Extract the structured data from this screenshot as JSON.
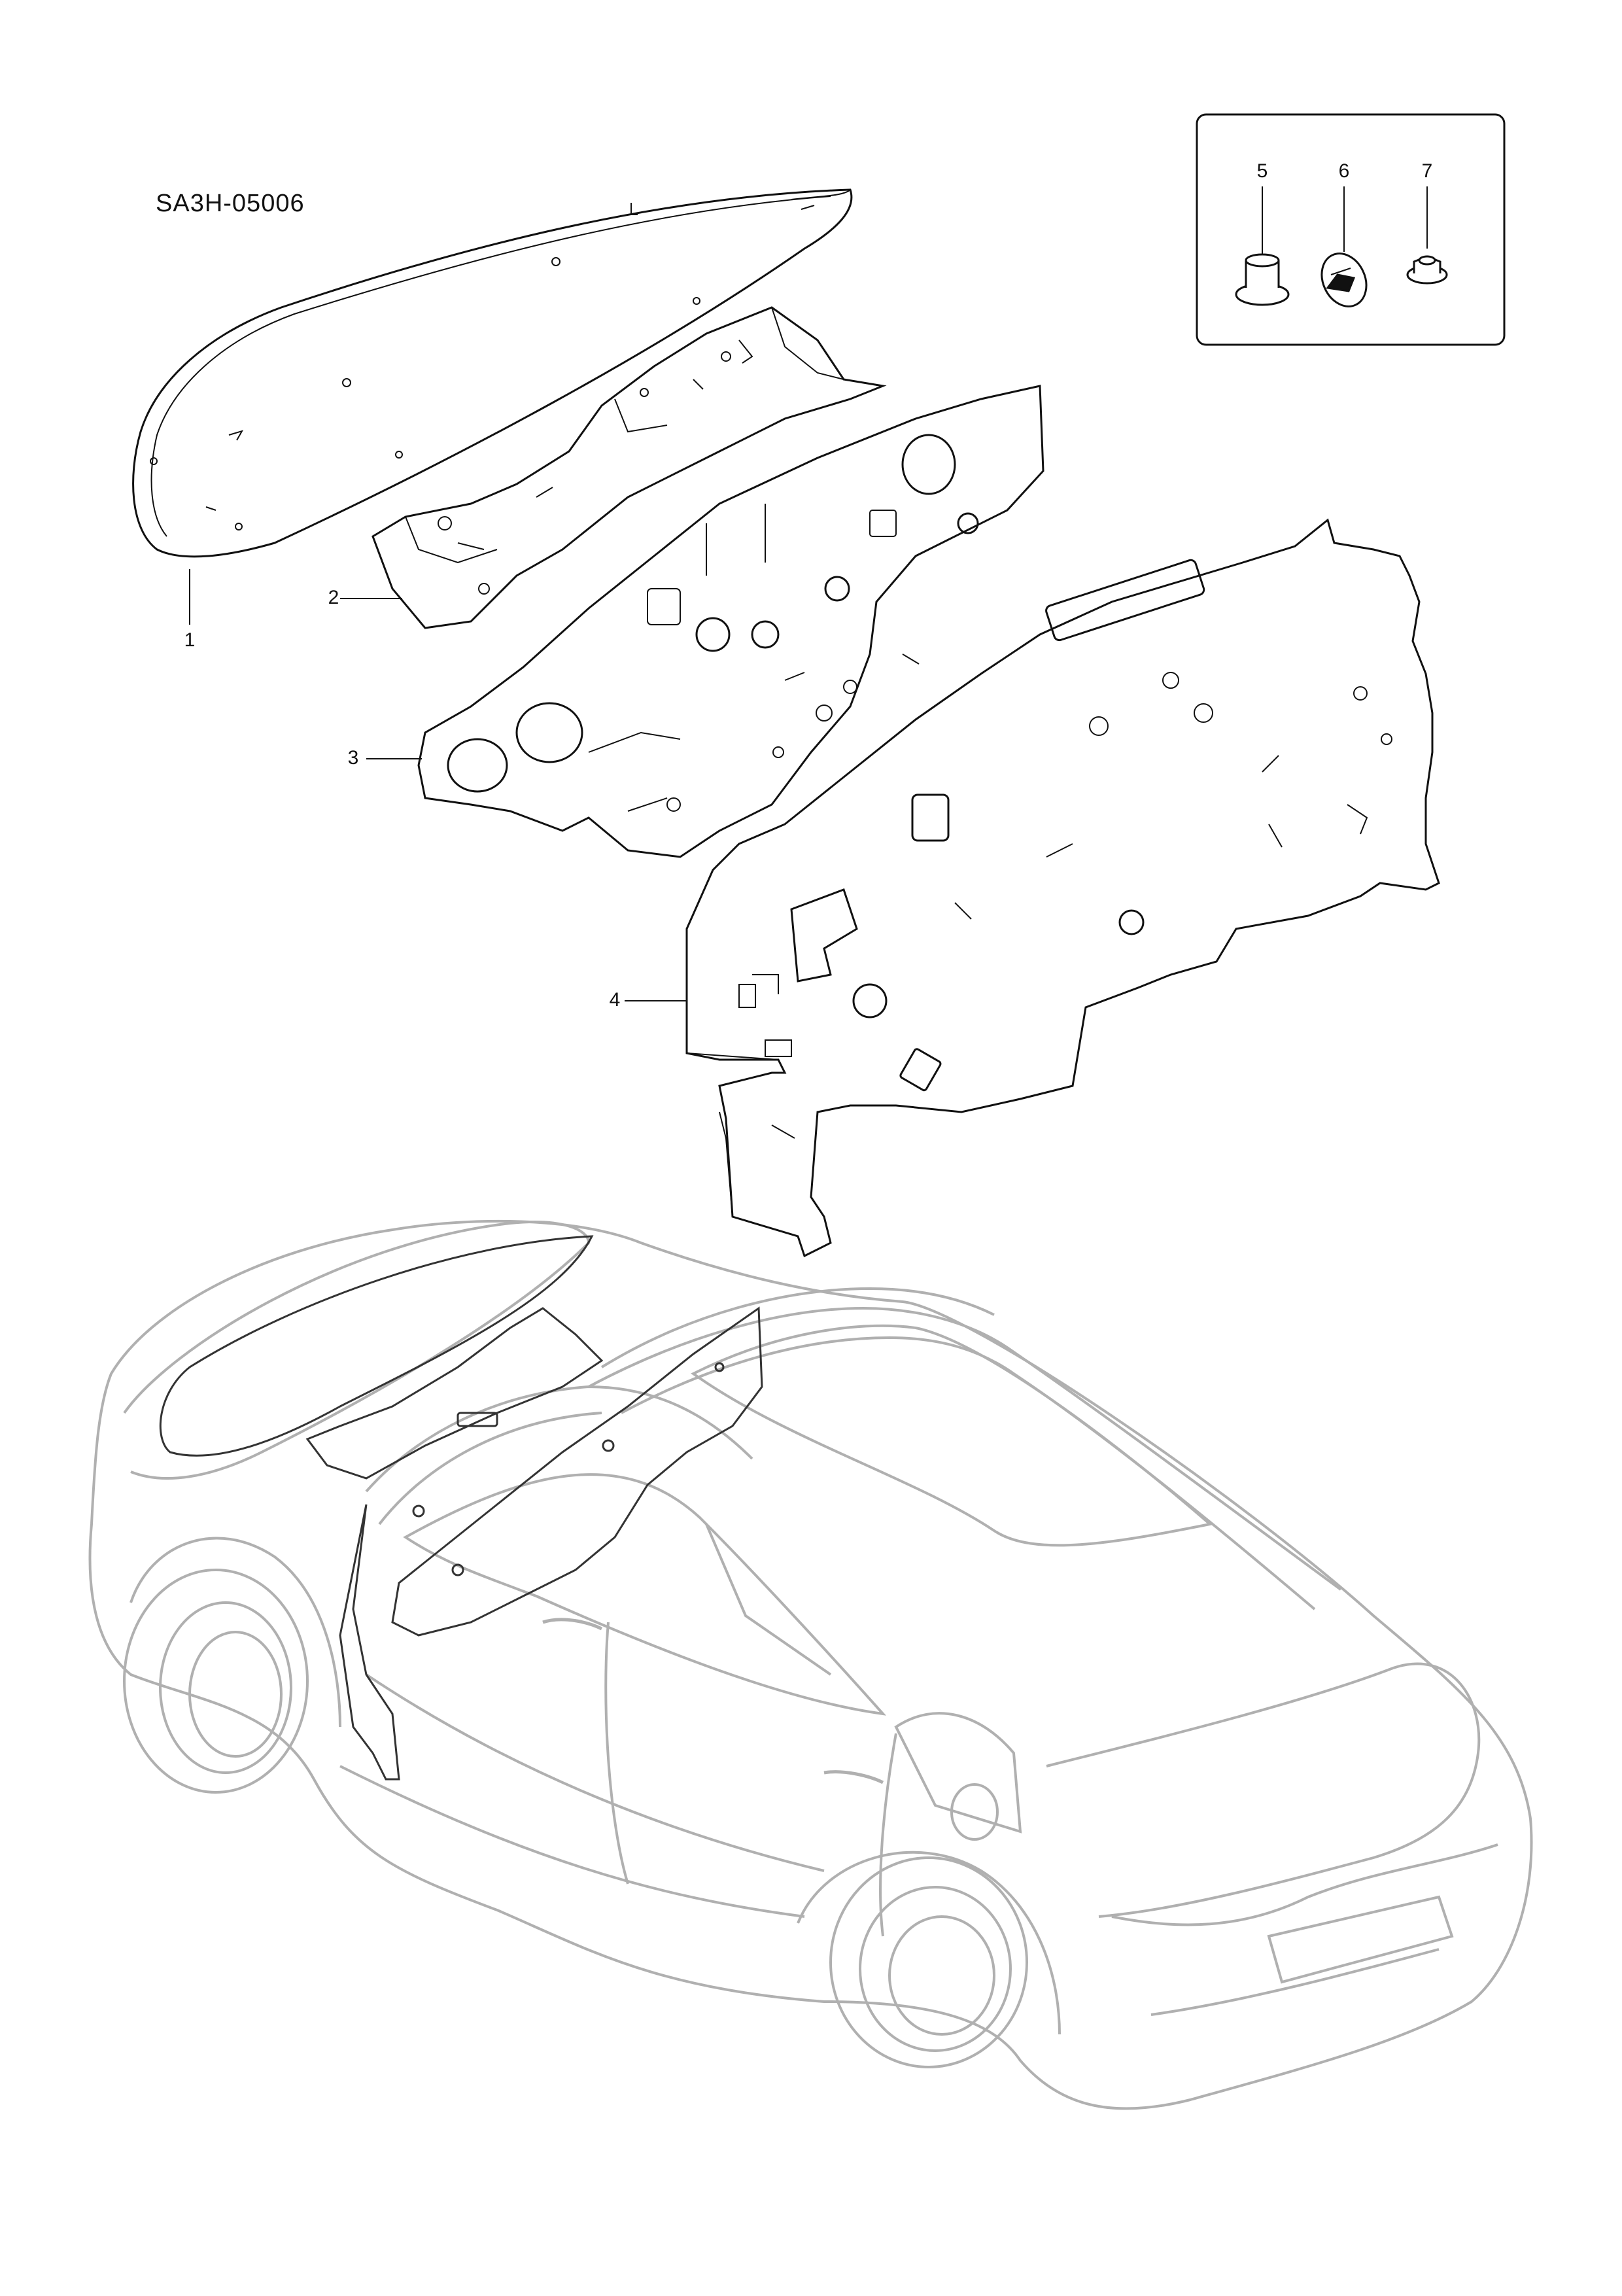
{
  "diagram": {
    "code": "SA3H-05006",
    "callouts": [
      {
        "id": "1",
        "label": "1"
      },
      {
        "id": "2",
        "label": "2"
      },
      {
        "id": "3",
        "label": "3"
      },
      {
        "id": "4",
        "label": "4"
      },
      {
        "id": "5",
        "label": "5"
      },
      {
        "id": "6",
        "label": "6"
      },
      {
        "id": "7",
        "label": "7"
      }
    ]
  },
  "colors": {
    "ink": "#111111",
    "vehicle_outline": "#b0b0b0",
    "background": "#ffffff"
  },
  "icons": [
    "push-clip-icon",
    "retainer-clip-icon",
    "flange-nut-icon"
  ]
}
